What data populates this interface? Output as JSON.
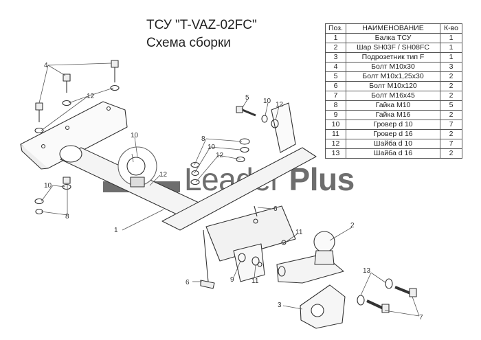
{
  "title": {
    "line1": "ТСУ \"T-VAZ-02FC\"",
    "line2": "Схема сборки"
  },
  "table": {
    "headers": [
      "Поз.",
      "НАИМЕНОВАНИЕ",
      "К-во"
    ],
    "rows": [
      [
        "1",
        "Балка ТСУ",
        "1"
      ],
      [
        "2",
        "Шар SH03F / SH08FC",
        "1"
      ],
      [
        "3",
        "Подрозетник тип F",
        "1"
      ],
      [
        "4",
        "Болт М10х30",
        "3"
      ],
      [
        "5",
        "Болт М10х1,25х30",
        "2"
      ],
      [
        "6",
        "Болт М10х120",
        "2"
      ],
      [
        "7",
        "Болт М16х45",
        "2"
      ],
      [
        "8",
        "Гайка  М10",
        "5"
      ],
      [
        "9",
        "Гайка  М16",
        "2"
      ],
      [
        "10",
        "Гровер d 10",
        "7"
      ],
      [
        "11",
        "Гровер d 16",
        "2"
      ],
      [
        "12",
        "Шайба d 10",
        "7"
      ],
      [
        "13",
        "Шайба d 16",
        "2"
      ]
    ]
  },
  "watermark": {
    "word1": "Leader",
    "word2": "Plus"
  },
  "callouts": [
    "4",
    "12",
    "10",
    "5",
    "10",
    "12",
    "8",
    "10",
    "12",
    "10",
    "8",
    "12",
    "1",
    "6",
    "2",
    "11",
    "9",
    "11",
    "6",
    "13",
    "3",
    "7"
  ]
}
